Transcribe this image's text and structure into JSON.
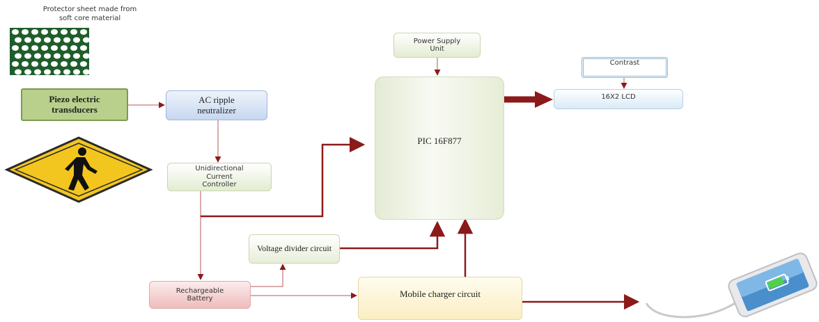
{
  "protector": {
    "caption": "Protector sheet made from\nsoft core material",
    "image": "perforated-green-sheet"
  },
  "blocks": {
    "piezo": "Piezo electric transducers",
    "ac_ripple": "AC ripple neutralizer",
    "unidirectional": "Unidirectional Current Controller",
    "battery": "Rechargeable Battery",
    "voltage_divider": "Voltage divider circuit",
    "mobile_charger": "Mobile charger circuit",
    "pic": "PIC 16F877",
    "power_supply": "Power Supply Unit",
    "contrast": "Contrast",
    "lcd": "16X2 LCD"
  },
  "icons": {
    "pedestrian_sign": "pedestrian-crossing-sign",
    "smartphone": "smartphone-charging"
  },
  "colors": {
    "wire": "#8b1a1a",
    "piezo_fill": "#b8d08c",
    "ac_ripple_fill": "#dbe6f6",
    "battery_fill": "#f6d4d4",
    "mobile_fill": "#fdf6dc",
    "pic_fill": "#eef3e2",
    "sign_fill": "#f3c61f"
  }
}
